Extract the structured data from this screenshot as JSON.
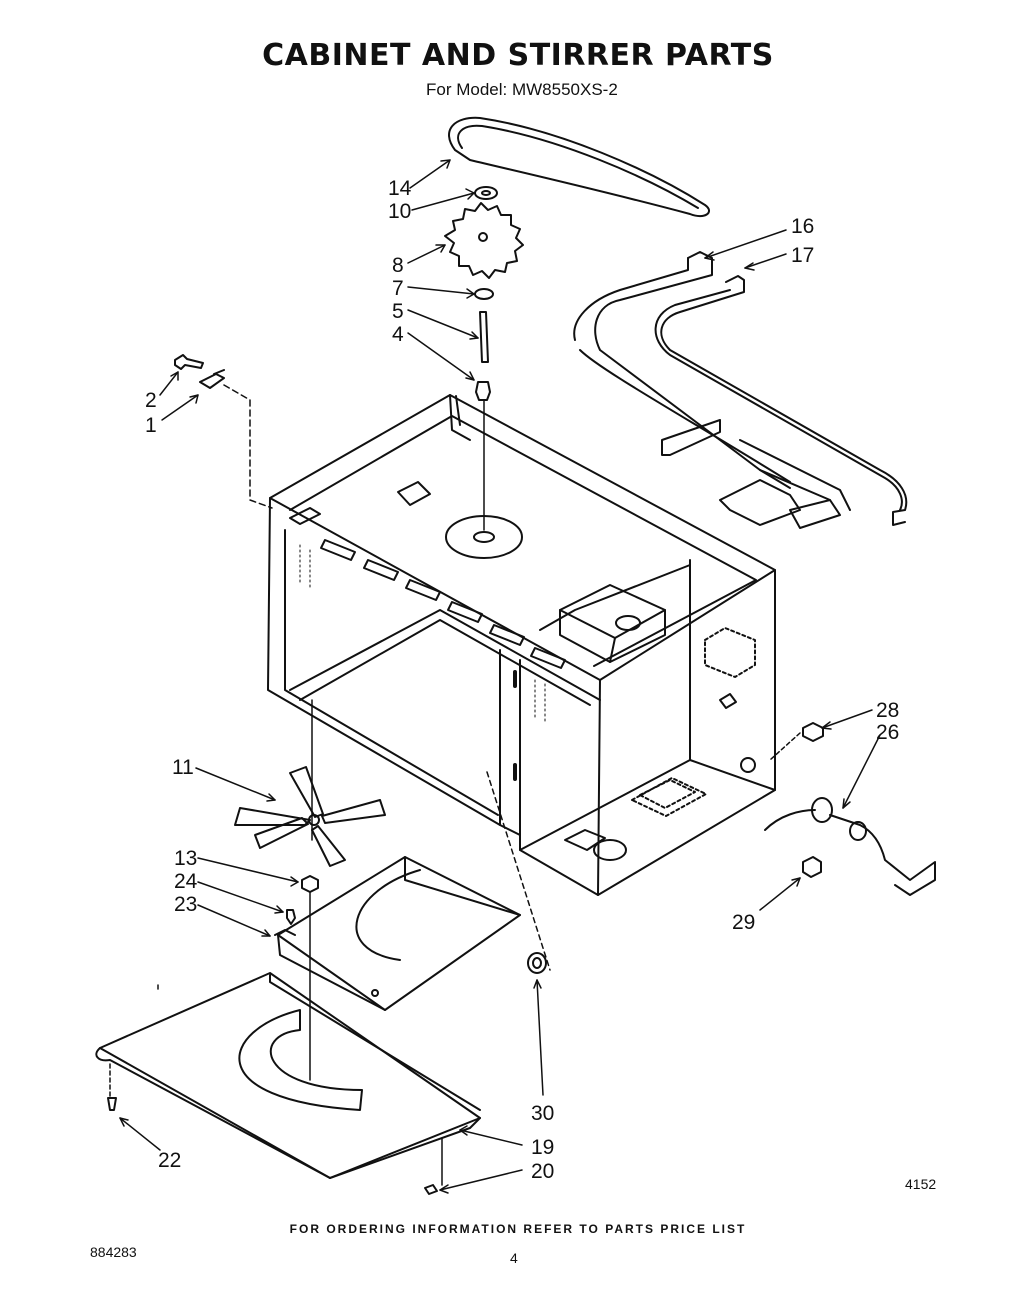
{
  "title": "CABINET AND STIRRER PARTS",
  "model_line": "For Model: MW8550XS-2",
  "callouts": {
    "c1": "1",
    "c2": "2",
    "c4": "4",
    "c5": "5",
    "c7": "7",
    "c8": "8",
    "c10": "10",
    "c11": "11",
    "c13": "13",
    "c14": "14",
    "c16": "16",
    "c17": "17",
    "c19": "19",
    "c20": "20",
    "c22": "22",
    "c23": "23",
    "c24": "24",
    "c26": "26",
    "c28": "28",
    "c29": "29",
    "c30": "30"
  },
  "drawing_number": "4152",
  "footer_note": "FOR ORDERING INFORMATION REFER TO PARTS PRICE LIST",
  "document_number": "884283",
  "page_number": "4"
}
